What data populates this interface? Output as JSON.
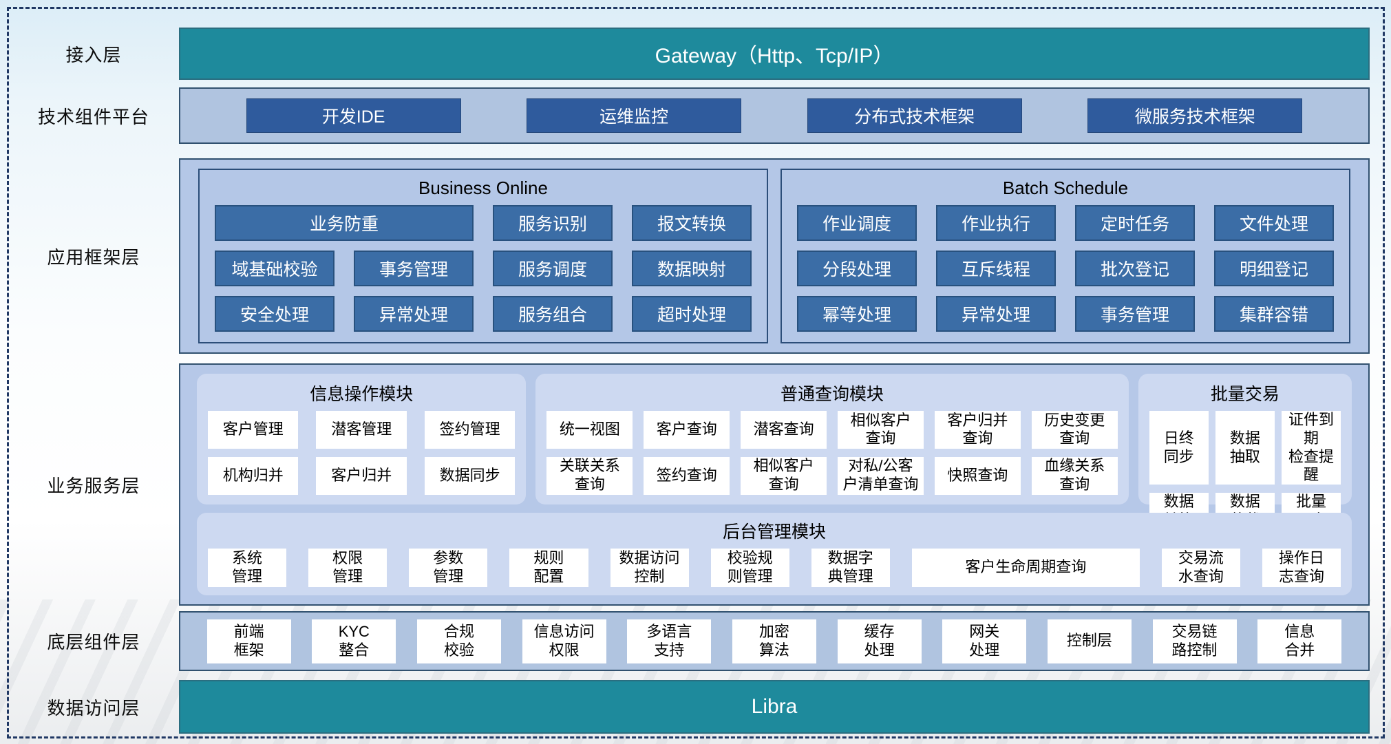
{
  "colors": {
    "teal_bar": "#1e8a9c",
    "dark_blue_box": "#2f5b9d",
    "steel_blue_box": "#3b6da6",
    "light_band": "#b4c7e7",
    "rounded_panel": "#cdd9f1",
    "dashed_border": "#203864",
    "white_box": "#ffffff"
  },
  "layers": {
    "access": {
      "label": "接入层",
      "bar": "Gateway（Http、Tcp/IP）"
    },
    "tech": {
      "label": "技术组件平台",
      "items": [
        "开发IDE",
        "运维监控",
        "分布式技术框架",
        "微服务技术框架"
      ]
    },
    "app_framework": {
      "label": "应用框架层",
      "business_online": {
        "title": "Business Online",
        "row1": [
          "业务防重",
          "服务识别",
          "报文转换"
        ],
        "row2": [
          "域基础校验",
          "事务管理",
          "服务调度",
          "数据映射"
        ],
        "row3": [
          "安全处理",
          "异常处理",
          "服务组合",
          "超时处理"
        ]
      },
      "batch_schedule": {
        "title": "Batch Schedule",
        "row1": [
          "作业调度",
          "作业执行",
          "定时任务",
          "文件处理"
        ],
        "row2": [
          "分段处理",
          "互斥线程",
          "批次登记",
          "明细登记"
        ],
        "row3": [
          "幂等处理",
          "异常处理",
          "事务管理",
          "集群容错"
        ]
      }
    },
    "business_service": {
      "label": "业务服务层",
      "info_module": {
        "title": "信息操作模块",
        "row1": [
          "客户管理",
          "潜客管理",
          "签约管理"
        ],
        "row2": [
          "机构归并",
          "客户归并",
          "数据同步"
        ]
      },
      "query_module": {
        "title": "普通查询模块",
        "row1": [
          "统一视图",
          "客户查询",
          "潜客查询",
          "相似客户\n查询",
          "客户归并\n查询",
          "历史变更\n查询"
        ],
        "row2": [
          "关联关系\n查询",
          "签约查询",
          "相似客户\n查询",
          "对私/公客\n户清单查询",
          "快照查询",
          "血缘关系\n查询"
        ]
      },
      "batch_trade": {
        "title": "批量交易",
        "row1": [
          "日终\n同步",
          "数据\n抽取",
          "证件到期\n检查提醒"
        ],
        "row2": [
          "数据\n转换",
          "数据\n装载",
          "批量\n开户"
        ]
      },
      "admin_module": {
        "title": "后台管理模块",
        "items": [
          "系统\n管理",
          "权限\n管理",
          "参数\n管理",
          "规则\n配置",
          "数据访问\n控制",
          "校验规\n则管理",
          "数据字\n典管理",
          "客户生命周期查询",
          "交易流\n水查询",
          "操作日\n志查询"
        ]
      }
    },
    "base_components": {
      "label": "底层组件层",
      "items": [
        "前端\n框架",
        "KYC\n整合",
        "合规\n校验",
        "信息访问\n权限",
        "多语言\n支持",
        "加密\n算法",
        "缓存\n处理",
        "网关\n处理",
        "控制层",
        "交易链\n路控制",
        "信息\n合并"
      ]
    },
    "data_access": {
      "label": "数据访问层",
      "bar": "Libra"
    }
  }
}
